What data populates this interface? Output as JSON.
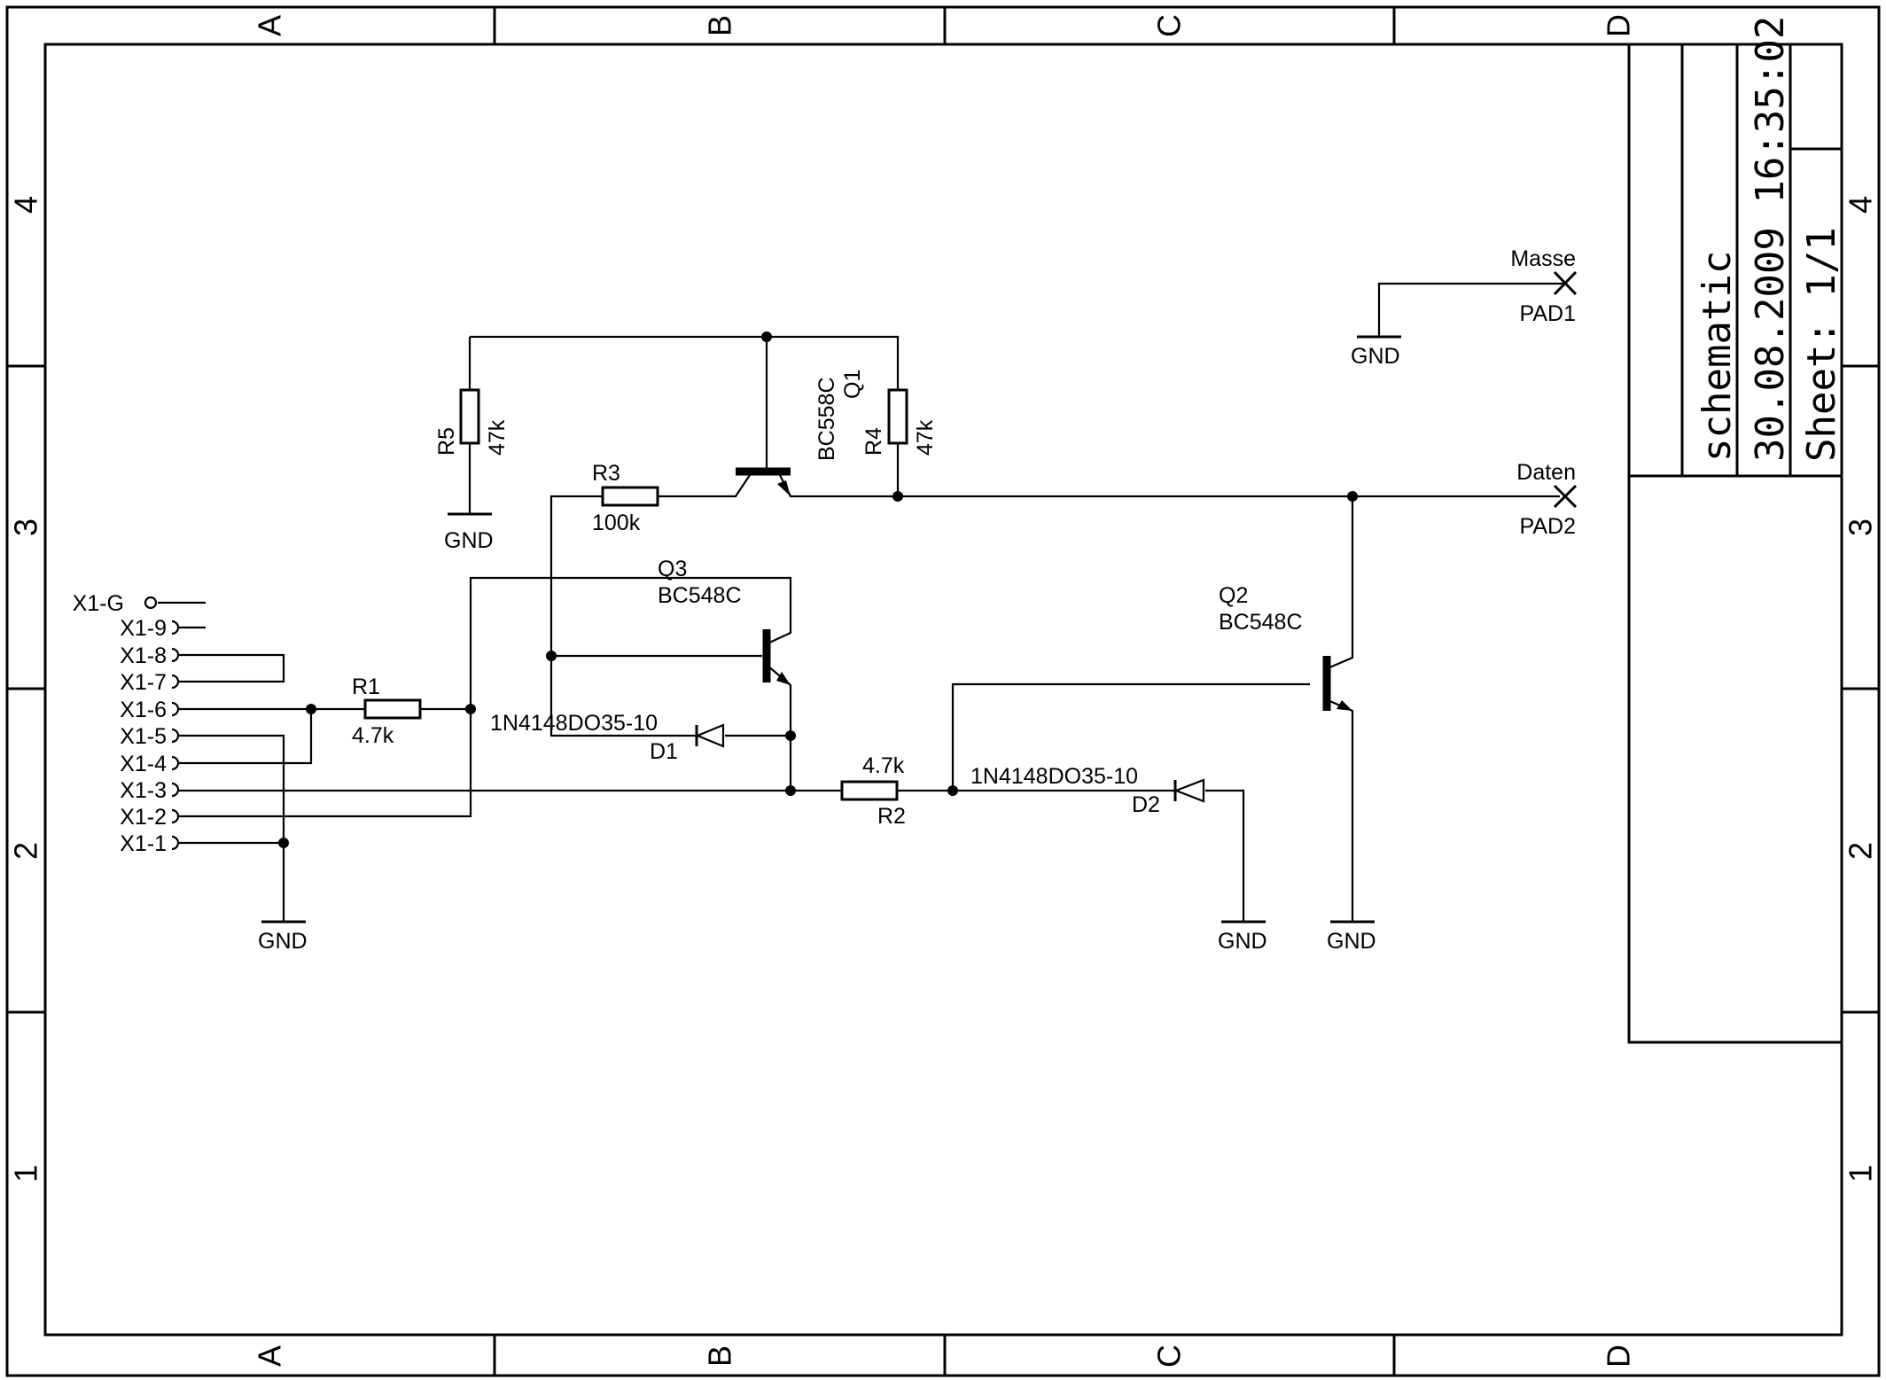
{
  "frame": {
    "columns": [
      "A",
      "B",
      "C",
      "D"
    ],
    "rows": [
      "4",
      "3",
      "2",
      "1"
    ]
  },
  "title_block": {
    "name": "schematic",
    "datetime": "30.08.2009 16:35:02",
    "sheet": "Sheet: 1/1"
  },
  "connector": {
    "pins": [
      "X1-G",
      "X1-9",
      "X1-8",
      "X1-7",
      "X1-6",
      "X1-5",
      "X1-4",
      "X1-3",
      "X1-2",
      "X1-1"
    ]
  },
  "components": {
    "r1": {
      "name": "R1",
      "value": "4.7k"
    },
    "r2": {
      "name": "R2",
      "value": "4.7k"
    },
    "r3": {
      "name": "R3",
      "value": "100k"
    },
    "r4": {
      "name": "R4",
      "value": "47k"
    },
    "r5": {
      "name": "R5",
      "value": "47k"
    },
    "q1": {
      "name": "Q1",
      "value": "BC558C"
    },
    "q2": {
      "name": "Q2",
      "value": "BC548C"
    },
    "q3": {
      "name": "Q3",
      "value": "BC548C"
    },
    "d1": {
      "name": "D1",
      "value": "1N4148DO35-10"
    },
    "d2": {
      "name": "D2",
      "value": "1N4148DO35-10"
    }
  },
  "pads": {
    "pad1": {
      "name": "PAD1",
      "net": "Masse"
    },
    "pad2": {
      "name": "PAD2",
      "net": "Daten"
    }
  },
  "gnd_label": "GND"
}
